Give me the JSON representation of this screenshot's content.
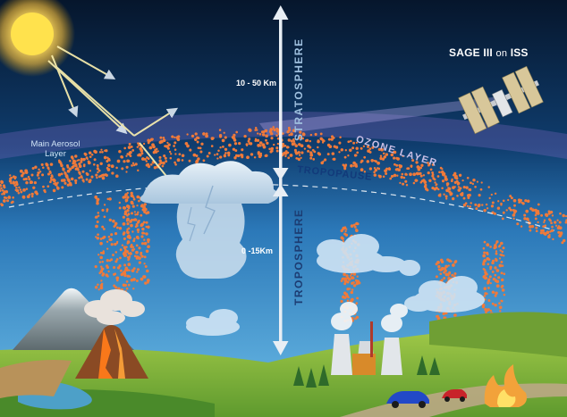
{
  "labels": {
    "satellite_name": "SAGE III",
    "satellite_on": "on",
    "satellite_platform": "ISS",
    "main_aerosol_layer": "Main Aerosol Layer",
    "stratosphere_range": "10 - 50 Km",
    "stratosphere": "STRATOSPHERE",
    "ozone_layer": "OZONE LAYER",
    "tropopause": "TROPOPAUSE",
    "troposphere_range": "0 -15Km",
    "troposphere": "TROPOSPHERE"
  },
  "colors": {
    "sky_top": "#071a33",
    "sky_mid": "#1a5a92",
    "sky_low": "#4aa3d8",
    "aerosol": "#f07a3a",
    "ozone": "#8f6fd0",
    "tropopause_line": "#ffffff",
    "land": "#7cb342",
    "sun": "#ffd84a"
  },
  "icons": [
    "sun-icon",
    "iss-satellite-icon",
    "volcano-icon",
    "storm-cloud-icon",
    "power-plant-icon",
    "car-icon",
    "wildfire-icon",
    "double-arrow-icon"
  ]
}
